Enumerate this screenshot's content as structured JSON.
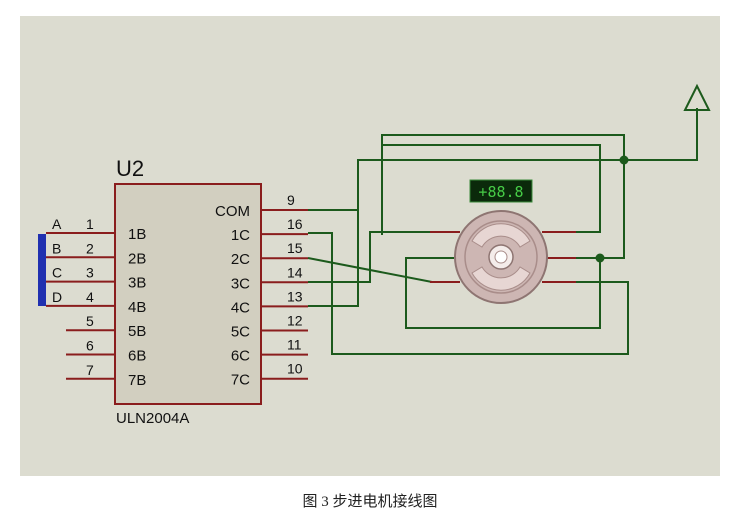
{
  "colors": {
    "canvas": "#dcdcd0",
    "chip_fill": "#d2cfc0",
    "chip_border": "#8a1d1d",
    "pin": "#8a1d1d",
    "wire": "#1c5a1c",
    "bus": "#2030b0",
    "motor_fill": "#cdb6b3",
    "motor_ring": "#a98d8a",
    "display_bg": "#0b2a0b",
    "display_text": "#47cc47"
  },
  "chip": {
    "ref": "U2",
    "part": "ULN2004A",
    "left_pins": [
      {
        "num": "1",
        "name": "1B",
        "net": "A"
      },
      {
        "num": "2",
        "name": "2B",
        "net": "B"
      },
      {
        "num": "3",
        "name": "3B",
        "net": "C"
      },
      {
        "num": "4",
        "name": "4B",
        "net": "D"
      },
      {
        "num": "5",
        "name": "5B",
        "net": ""
      },
      {
        "num": "6",
        "name": "6B",
        "net": ""
      },
      {
        "num": "7",
        "name": "7B",
        "net": ""
      }
    ],
    "right_pins": [
      {
        "num": "9",
        "name": "COM"
      },
      {
        "num": "16",
        "name": "1C"
      },
      {
        "num": "15",
        "name": "2C"
      },
      {
        "num": "14",
        "name": "3C"
      },
      {
        "num": "13",
        "name": "4C"
      },
      {
        "num": "12",
        "name": "5C"
      },
      {
        "num": "11",
        "name": "6C"
      },
      {
        "num": "10",
        "name": "7C"
      }
    ]
  },
  "motor": {
    "display": "+88.8"
  },
  "power": {
    "symbol": "power-terminal-arrow"
  },
  "caption": "图 3  步进电机接线图"
}
